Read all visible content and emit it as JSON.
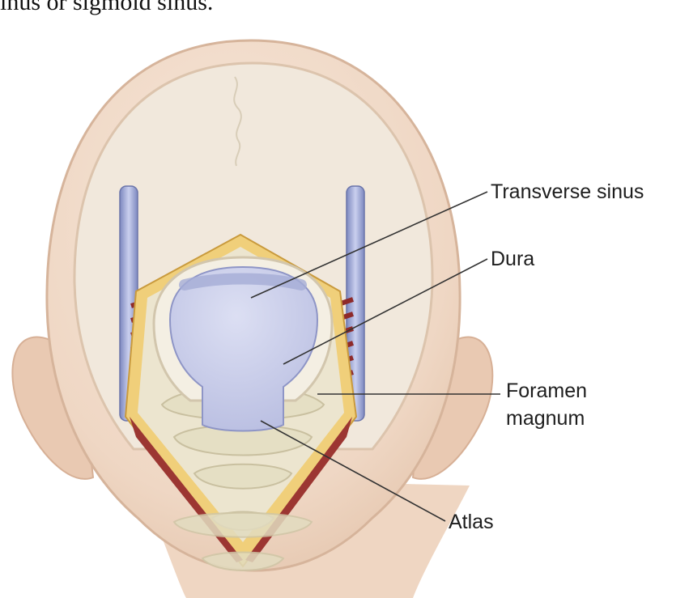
{
  "caption_fragment": "inus or sigmoid sinus.",
  "labels": {
    "transverse_sinus": "Transverse sinus",
    "dura": "Dura",
    "foramen_line1": "Foramen",
    "foramen_line2": "magnum",
    "atlas": "Atlas"
  },
  "colors": {
    "skin": "#f2dccb",
    "skin_shadow": "#e6c6ae",
    "skull": "#ebe7d8",
    "dura": "#c9cce9",
    "sinus": "#aeb5da",
    "fat": "#f0cf7a",
    "muscle": "#9c3632",
    "bone": "#e5dfc4",
    "leader": "#333333"
  }
}
